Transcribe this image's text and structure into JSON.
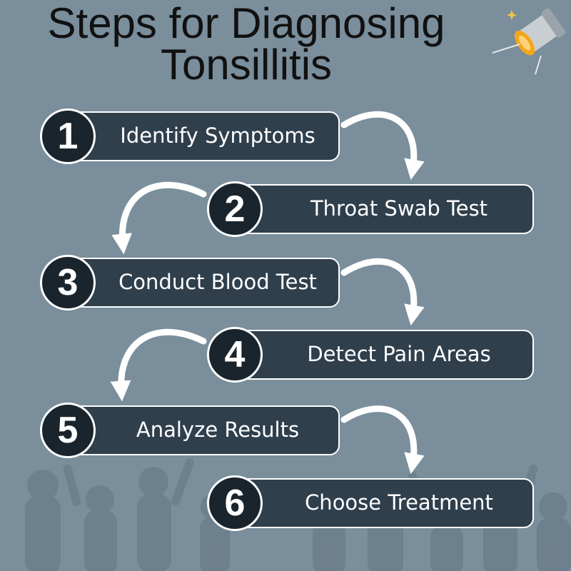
{
  "title": {
    "line1": "Steps for Diagnosing",
    "line2": "Tonsillitis"
  },
  "steps": [
    {
      "number": "1",
      "label": "Identify Symptoms"
    },
    {
      "number": "2",
      "label": "Throat Swab Test"
    },
    {
      "number": "3",
      "label": "Conduct Blood Test"
    },
    {
      "number": "4",
      "label": "Detect Pain Areas"
    },
    {
      "number": "5",
      "label": "Analyze Results"
    },
    {
      "number": "6",
      "label": "Choose Treatment"
    }
  ],
  "colors": {
    "background": "#7a8e9c",
    "step_bar": "#2f3f4c",
    "number_circle": "#1a242c",
    "outline": "#ffffff",
    "title_text": "#111111",
    "lamp_glow": "#f2a71b"
  },
  "icons": [
    "spotlight-icon",
    "sparkle-icon",
    "crowd-silhouette"
  ]
}
